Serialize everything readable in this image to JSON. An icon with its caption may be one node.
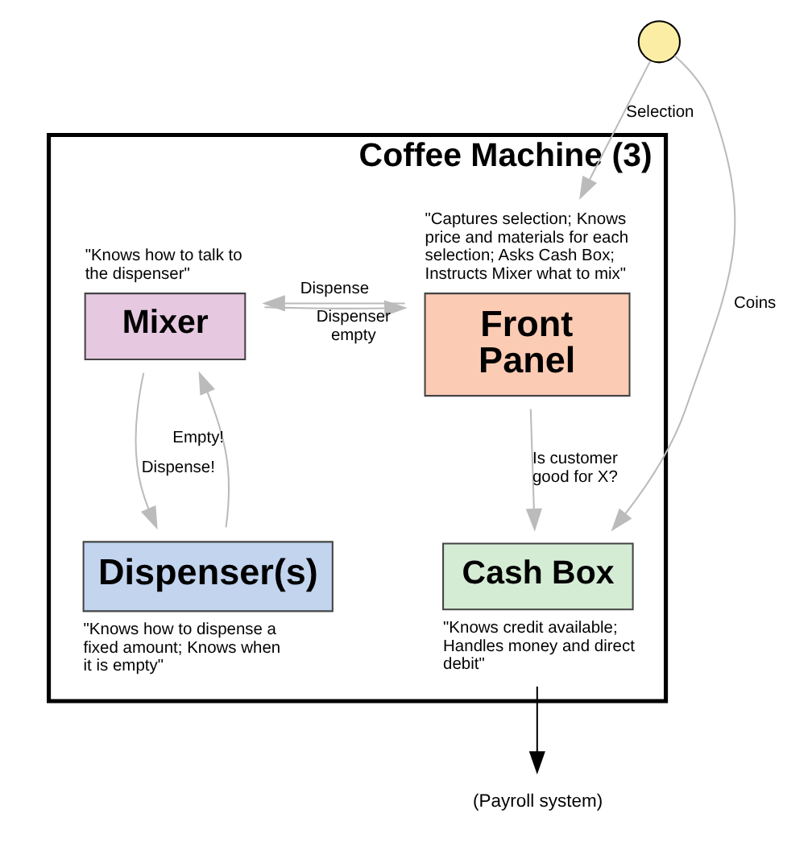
{
  "diagram": {
    "nodes": [
      {
        "text": [
          "Coffee Machine (3)"
        ]
      },
      {
        "text": [
          "Front Panel"
        ],
        "in": 0,
        "beside": [
          "\"Captures selection; Knows price and materials for each selection; Asks Cash Box; Instructs Mixer what to mix\""
        ]
      },
      {
        "text": [
          "Mixer"
        ],
        "in": 0,
        "beside": [
          "\"Knows how to talk to the dispenser\""
        ]
      },
      {
        "text": [
          "Cash Box"
        ],
        "in": 0,
        "beside": [
          "\"Knows credit available; Handles money and direct debit\""
        ]
      },
      {
        "text": [
          "Dispenser(s)"
        ],
        "in": 0,
        "beside": [
          "\"Knows how to dispense a fixed amount; Knows when it is empty\""
        ]
      },
      {
        "text": [],
        "shape": "circle"
      },
      {
        "text": [
          "(Payroll system)"
        ]
      }
    ],
    "edges": [
      {
        "from": 5,
        "to": 1,
        "arrow": "to",
        "label": "Selection"
      },
      {
        "from": 5,
        "to": 3,
        "arrow": "to",
        "label": "Coins"
      },
      {
        "from": 1,
        "to": 2,
        "arrow": "to",
        "label": "Dispense"
      },
      {
        "from": 2,
        "to": 1,
        "arrow": "to",
        "label": "Dispenser empty"
      },
      {
        "from": 1,
        "to": 3,
        "arrow": "to",
        "label": "Is customer good for X?"
      },
      {
        "from": 2,
        "to": 4,
        "arrow": "to",
        "label": "Dispense!"
      },
      {
        "from": 4,
        "to": 2,
        "arrow": "to",
        "label": "Empty!"
      },
      {
        "from": 3,
        "to": 6,
        "arrow": "to",
        "color": "#000000"
      }
    ]
  }
}
